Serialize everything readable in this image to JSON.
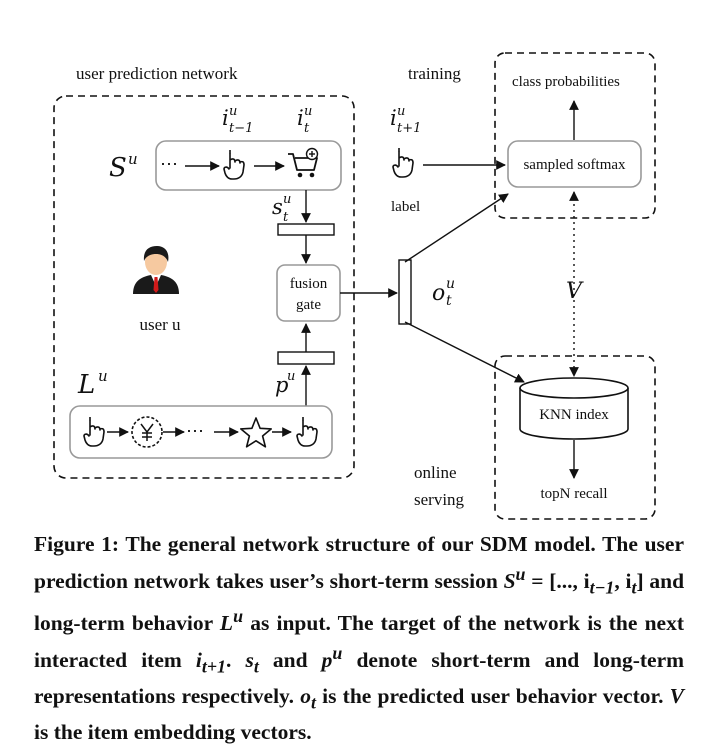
{
  "diagram": {
    "user_prediction_network_label": "user prediction network",
    "training_label": "training",
    "online_label": "online",
    "serving_label": "serving",
    "class_probabilities_label": "class probabilities",
    "sampled_softmax_label": "sampled softmax",
    "label_label": "label",
    "fusion_gate_line1": "fusion",
    "fusion_gate_line2": "gate",
    "user_label": "user u",
    "knn_index_label": "KNN index",
    "topn_recall_label": "topN  recall",
    "v_label": "V",
    "symbols": {
      "s_u": "S",
      "l_u": "L",
      "i_prev": "i",
      "i_cur": "i",
      "i_next": "i",
      "s_t": "s",
      "o_t": "o",
      "p_u": "p",
      "sup_u": "u",
      "sub_t_minus_1": "t−1",
      "sub_t": "t",
      "sub_t_plus_1": "t+1",
      "dots": "⋯"
    }
  },
  "caption": {
    "figure_label": "Figure 1:",
    "text_1": "The general network structure of our SDM model. The user prediction network takes user’s short-term session",
    "seq_text": "= [..., i",
    "seq_text_2": ", i",
    "text_2": "] and long-term behavior",
    "text_3": "as input. The target of the network is the next interacted item",
    "text_4": "and",
    "text_5": "denote short-term and long-term representations respectively.",
    "text_6": "is the predicted user behavior vector.",
    "text_7": "is the item embedding vectors."
  },
  "colors": {
    "line": "#111111",
    "box_border": "#999999",
    "tie_red": "#d21a1a",
    "skin": "#f6c9a0"
  }
}
